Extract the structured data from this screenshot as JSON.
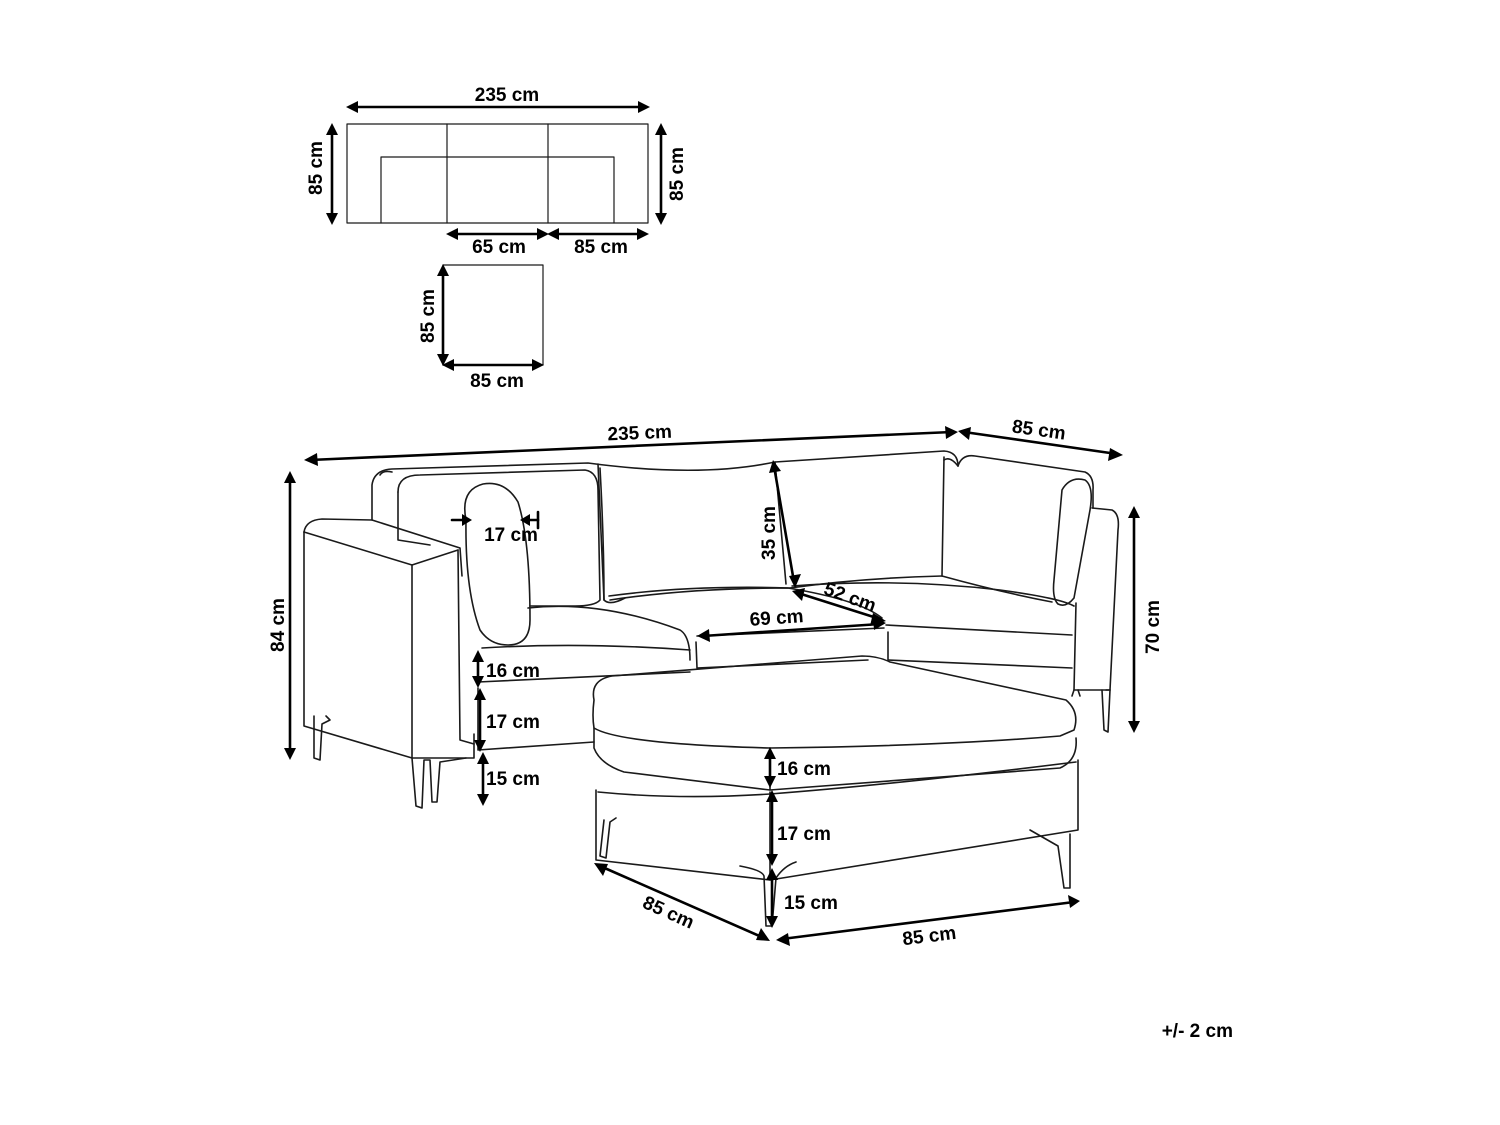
{
  "top_view": {
    "width": "235 cm",
    "depth_left": "85 cm",
    "depth_right": "85 cm",
    "seat_middle": "65 cm",
    "seat_right": "85 cm"
  },
  "ottoman_top_view": {
    "depth": "85 cm",
    "width": "85 cm"
  },
  "perspective_view": {
    "total_width": "235 cm",
    "side_depth": "85 cm",
    "total_height": "84 cm",
    "back_height": "70 cm",
    "pillow_thickness": "17 cm",
    "backrest_height": "35 cm",
    "seat_depth": "52 cm",
    "seat_width": "69 cm",
    "cushion_height": "16 cm",
    "base_height": "17 cm",
    "leg_height": "15 cm"
  },
  "ottoman_view": {
    "cushion_height": "16 cm",
    "base_height": "17 cm",
    "leg_height": "15 cm",
    "depth": "85 cm",
    "width": "85 cm"
  },
  "tolerance": "+/- 2 cm"
}
